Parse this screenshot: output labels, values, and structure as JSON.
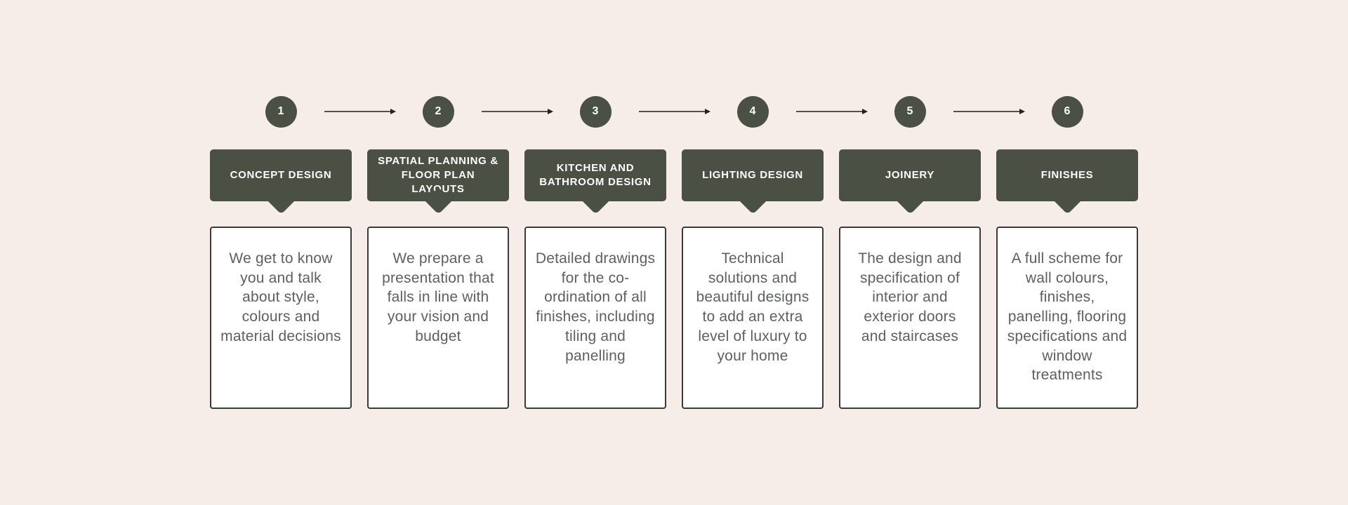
{
  "theme": {
    "background": "#f6ece8",
    "accent_green": "#4a5044",
    "card_bg": "#ffffff",
    "card_border": "#3a3a3a",
    "body_text": "#5d5f61",
    "title_text": "#ffffff",
    "arrow_line": "#56504b",
    "arrow_head": "#222222"
  },
  "diagram": {
    "type": "horizontal-process-flow",
    "step_count": 6,
    "connector": "right-arrow"
  },
  "steps": [
    {
      "number": "1",
      "title": "CONCEPT DESIGN",
      "description": "We get to know you and talk about style, colours and material decisions"
    },
    {
      "number": "2",
      "title": "SPATIAL PLANNING & FLOOR PLAN LAYOUTS",
      "description": "We prepare a presentation that falls in line with your vision and budget"
    },
    {
      "number": "3",
      "title": "KITCHEN AND BATHROOM DESIGN",
      "description": "Detailed drawings for the co-ordination of all finishes, including tiling and panelling"
    },
    {
      "number": "4",
      "title": "LIGHTING DESIGN",
      "description": "Technical solutions and beautiful designs to add an extra level of luxury to your home"
    },
    {
      "number": "5",
      "title": "JOINERY",
      "description": "The design and specification of interior and exterior doors and staircases"
    },
    {
      "number": "6",
      "title": "FINISHES",
      "description": "A full scheme for wall colours, finishes, panelling, flooring specifications and window treatments"
    }
  ]
}
